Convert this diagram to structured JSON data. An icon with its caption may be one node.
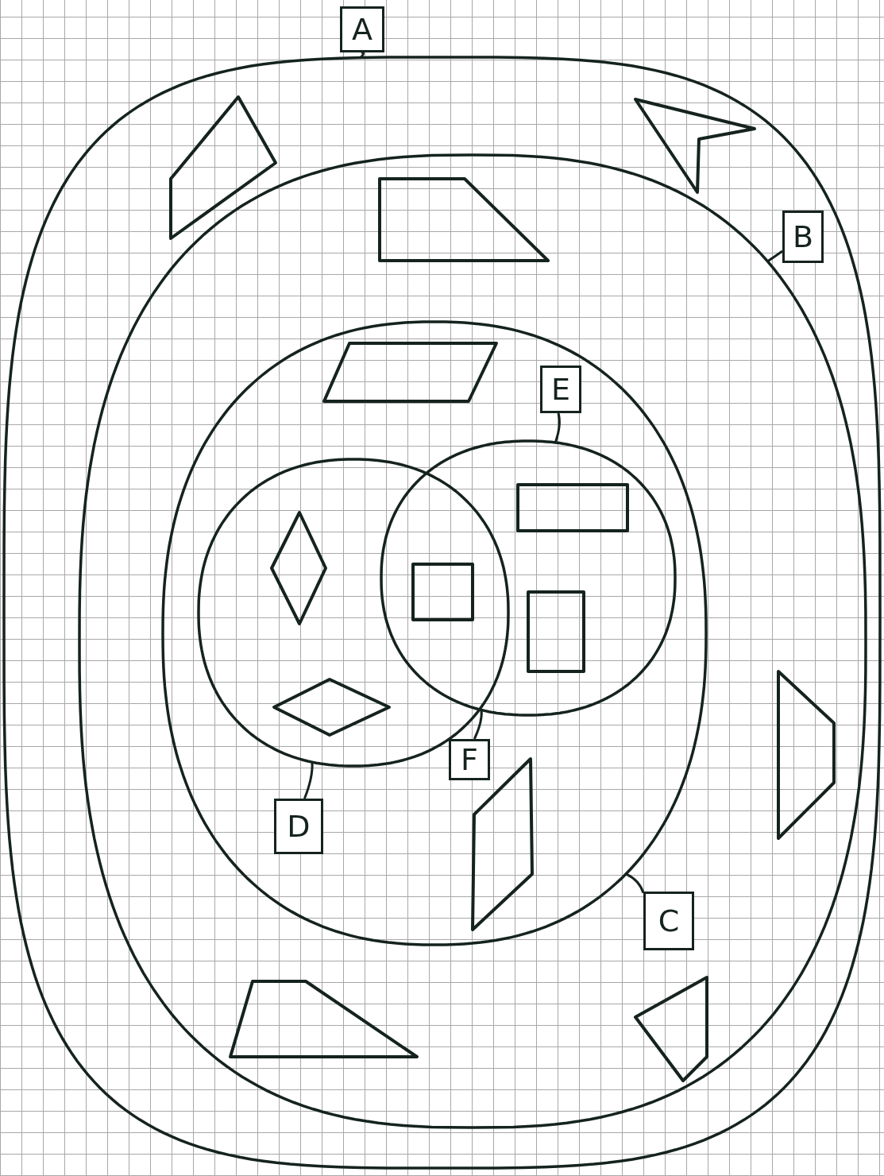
{
  "diagram": {
    "nodes": [
      {
        "text": [
          "A"
        ]
      },
      {
        "text": [],
        "shape": "circle"
      },
      {
        "text": [],
        "shape": "kite",
        "in": 1
      },
      {
        "text": [],
        "shape": "dart",
        "in": 1
      },
      {
        "text": [
          "B"
        ],
        "in": 1
      },
      {
        "text": [],
        "shape": "circle",
        "in": 1
      },
      {
        "text": [],
        "shape": "trapezoid",
        "in": 5
      },
      {
        "text": [],
        "shape": "trapezoid",
        "in": 5
      },
      {
        "text": [
          "C"
        ],
        "in": 5
      },
      {
        "text": [],
        "shape": "circle",
        "in": 5
      },
      {
        "text": [],
        "shape": "parallelogram",
        "in": 9
      },
      {
        "text": [
          "E"
        ],
        "in": 9
      },
      {
        "text": [],
        "shape": "circle",
        "in": 9
      },
      {
        "text": [],
        "shape": "circle",
        "in": 9
      },
      {
        "text": [],
        "shape": "diamond",
        "in": 12
      },
      {
        "text": [],
        "shape": "square"
      },
      {
        "text": [],
        "shape": "box",
        "in": 13
      },
      {
        "text": [],
        "shape": "box",
        "in": 13
      },
      {
        "text": [],
        "shape": "diamond",
        "in": 12
      },
      {
        "text": [
          "F"
        ],
        "in": 9
      },
      {
        "text": [
          "D"
        ],
        "in": 9
      },
      {
        "text": [],
        "shape": "parallelogram",
        "in": 9
      },
      {
        "text": [],
        "shape": "trapezoid",
        "in": 5
      },
      {
        "text": [],
        "shape": "kite",
        "in": 5
      }
    ],
    "edges": [
      {
        "from": 0,
        "to": 1,
        "arrow": "none"
      },
      {
        "from": 4,
        "to": 5,
        "arrow": "none"
      },
      {
        "from": 8,
        "to": 9,
        "arrow": "none"
      },
      {
        "from": 11,
        "to": 13,
        "arrow": "none"
      },
      {
        "from": 19,
        "to": 13,
        "arrow": "none"
      },
      {
        "from": 20,
        "to": 12,
        "arrow": "none"
      }
    ]
  }
}
